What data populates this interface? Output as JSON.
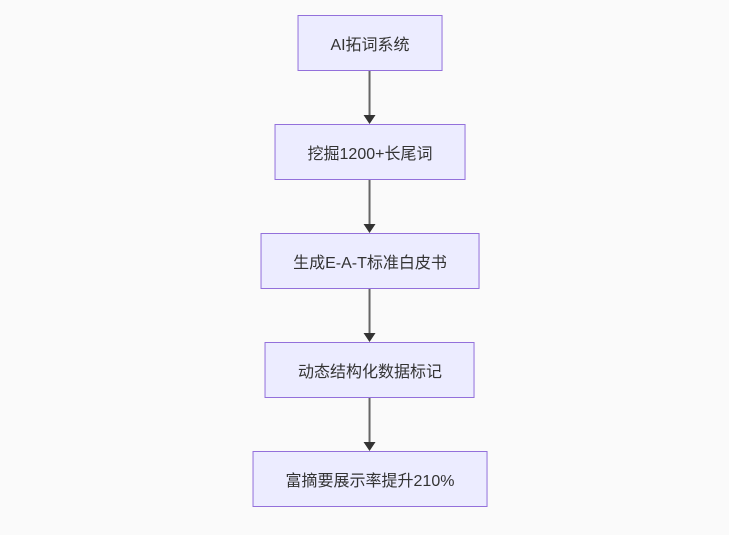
{
  "diagram": {
    "type": "flowchart-top-down",
    "background_color": "#fafafa",
    "node_fill_color": "#ECECFF",
    "node_border_color": "#9370DB",
    "node_text_color": "#333333",
    "arrow_line_color": "#666666",
    "arrow_head_color": "#333333",
    "nodes": [
      {
        "id": "n1",
        "label": "AI拓词系统"
      },
      {
        "id": "n2",
        "label": "挖掘1200+长尾词"
      },
      {
        "id": "n3",
        "label": "生成E-A-T标准白皮书"
      },
      {
        "id": "n4",
        "label": "动态结构化数据标记"
      },
      {
        "id": "n5",
        "label": "富摘要展示率提升210%"
      }
    ],
    "edges": [
      {
        "from": "n1",
        "to": "n2"
      },
      {
        "from": "n2",
        "to": "n3"
      },
      {
        "from": "n3",
        "to": "n4"
      },
      {
        "from": "n4",
        "to": "n5"
      }
    ]
  }
}
